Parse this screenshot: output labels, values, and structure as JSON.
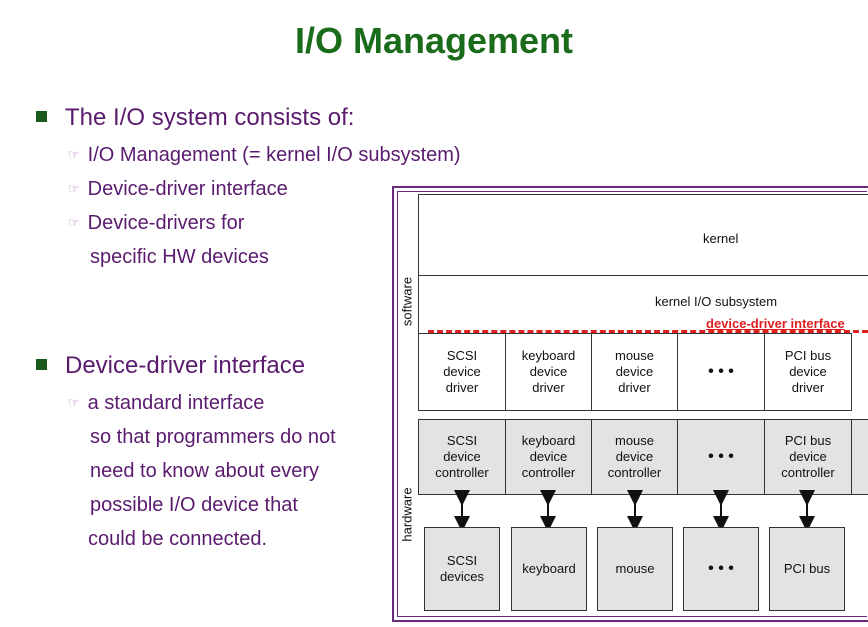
{
  "title": "I/O Management",
  "bullets": [
    {
      "text": "The I/O system consists of:",
      "subs": [
        "I/O Management (= kernel I/O subsystem)",
        "Device-driver interface",
        "Device-drivers for",
        "specific HW devices"
      ]
    },
    {
      "text": "Device-driver interface",
      "subs": [
        "a standard interface",
        "so that programmers do not",
        "need to know about every",
        "possible I/O device that",
        "could be connected."
      ]
    }
  ],
  "diagram": {
    "software_label": "software",
    "hardware_label": "hardware",
    "kernel": "kernel",
    "kernel_io": "kernel I/O subsystem",
    "interface_label": "device-driver interface",
    "drivers": [
      "SCSI\ndevice\ndriver",
      "keyboard\ndevice\ndriver",
      "mouse\ndevice\ndriver",
      "• • •",
      "PCI bus\ndevice\ndriver"
    ],
    "controllers": [
      "SCSI\ndevice\ncontroller",
      "keyboard\ndevice\ncontroller",
      "mouse\ndevice\ncontroller",
      "• • •",
      "PCI bus\ndevice\ncontroller"
    ],
    "devices": [
      "SCSI\ndevices",
      "keyboard",
      "mouse",
      "• • •",
      "PCI bus"
    ],
    "colors": {
      "hardware_fill": "#e3e3e3",
      "interface": "#dd1f1f",
      "frame": "#6b2b7d"
    }
  }
}
